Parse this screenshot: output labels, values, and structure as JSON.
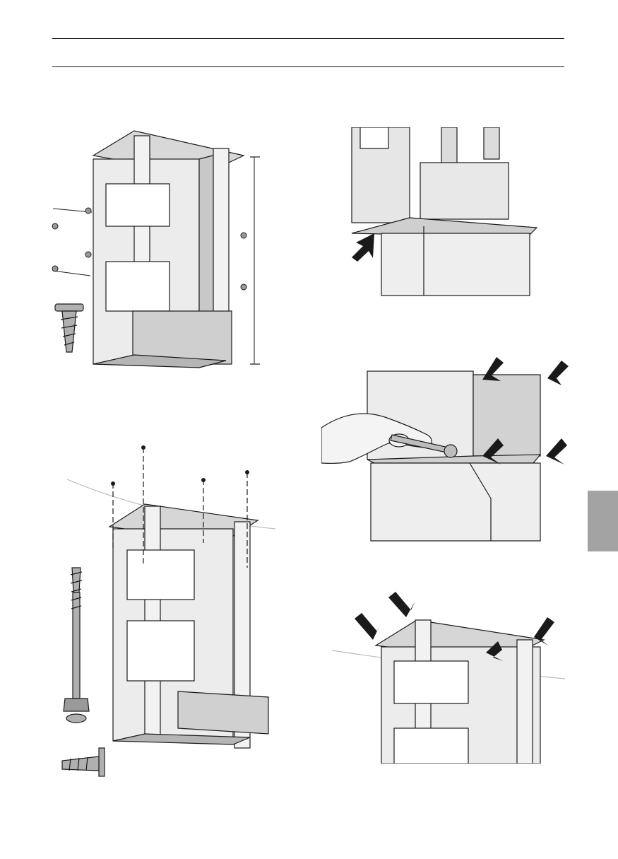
{
  "page": {
    "header_rules": 2,
    "accent_tab_color": "#a3a3a3",
    "line_color": "#1a1a1a",
    "metal_light": "#e6e6e6",
    "metal_mid": "#c8c8c8",
    "metal_dark": "#9a9a9a",
    "arrow_color": "#1a1a1a"
  },
  "figures": [
    {
      "id": "fig-1",
      "subject": "frame-with-plug-screws"
    },
    {
      "id": "fig-2",
      "subject": "chimney-base-edge-arrow"
    },
    {
      "id": "fig-3",
      "subject": "frame-ceiling-mounting-bolts"
    },
    {
      "id": "fig-4",
      "subject": "hand-with-wrench-corners"
    },
    {
      "id": "fig-5",
      "subject": "frame-top-corners-ceiling"
    }
  ],
  "icons": [
    "screw-icon",
    "bolt-icon",
    "arrow-icon",
    "hand-icon",
    "wrench-icon"
  ]
}
